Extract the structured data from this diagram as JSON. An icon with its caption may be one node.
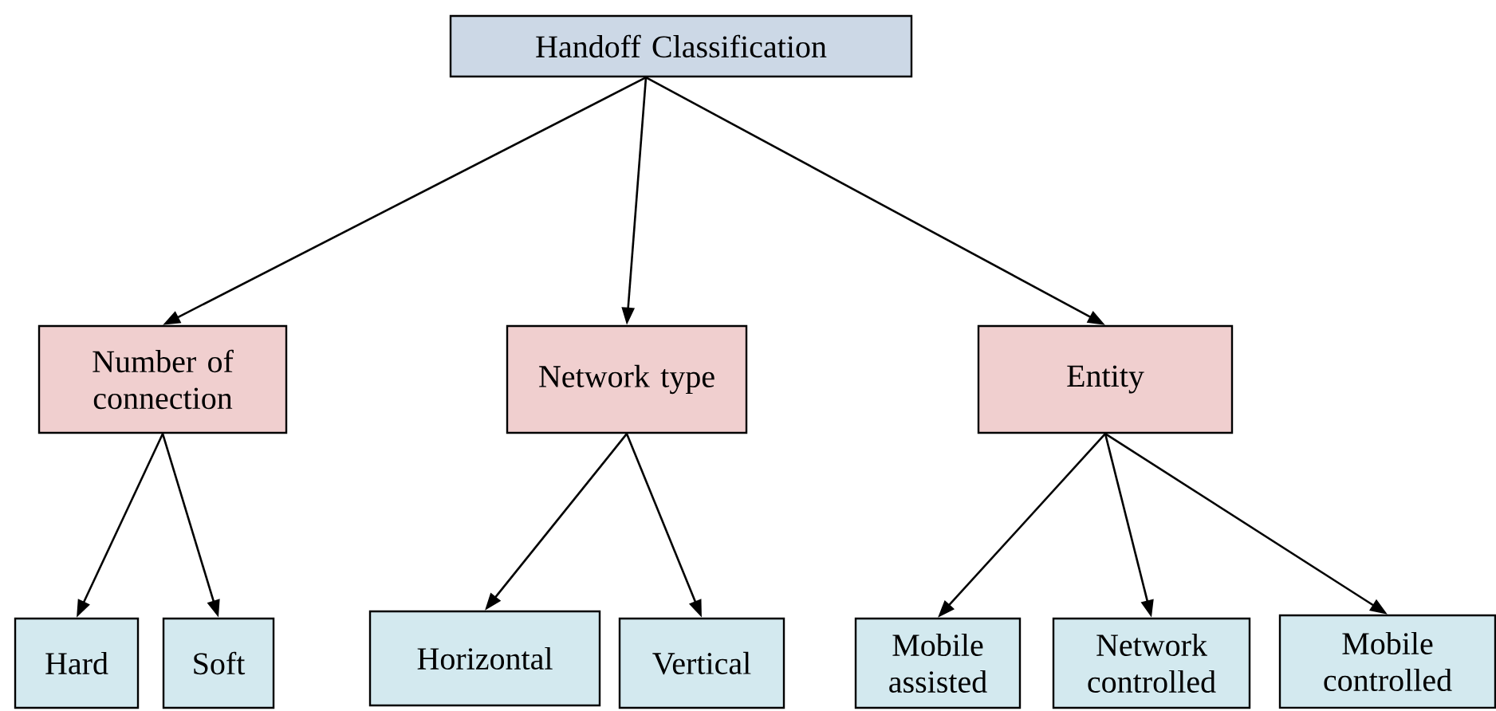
{
  "diagram": {
    "nodes": [
      {
        "text": [
          "Handoff Classification"
        ]
      },
      {
        "text": [
          "Number of connection"
        ]
      },
      {
        "text": [
          "Network type"
        ]
      },
      {
        "text": [
          "Entity"
        ]
      },
      {
        "text": [
          "Hard"
        ]
      },
      {
        "text": [
          "Soft"
        ]
      },
      {
        "text": [
          "Horizontal"
        ]
      },
      {
        "text": [
          "Vertical"
        ]
      },
      {
        "text": [
          "Mobile assisted"
        ]
      },
      {
        "text": [
          "Network controlled"
        ]
      },
      {
        "text": [
          "Mobile controlled"
        ]
      }
    ],
    "edges": [
      {
        "from": 0,
        "to": 1,
        "arrow": "to"
      },
      {
        "from": 0,
        "to": 2,
        "arrow": "to"
      },
      {
        "from": 0,
        "to": 3,
        "arrow": "to"
      },
      {
        "from": 1,
        "to": 4,
        "arrow": "to"
      },
      {
        "from": 1,
        "to": 5,
        "arrow": "to"
      },
      {
        "from": 2,
        "to": 6,
        "arrow": "to"
      },
      {
        "from": 2,
        "to": 7,
        "arrow": "to"
      },
      {
        "from": 3,
        "to": 8,
        "arrow": "to"
      },
      {
        "from": 3,
        "to": 9,
        "arrow": "to"
      },
      {
        "from": 3,
        "to": 10,
        "arrow": "to"
      }
    ]
  }
}
